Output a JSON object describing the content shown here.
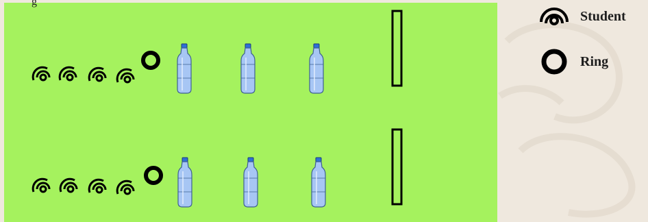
{
  "top_text": "g",
  "legend": {
    "student_icon": "student-concentric-arc-icon",
    "student_label": "Student",
    "ring_icon": "ring-circle-icon",
    "ring_label": "Ring"
  },
  "lanes": [
    {
      "students": 4,
      "bottles": 3,
      "target": "upright-rectangle"
    },
    {
      "students": 4,
      "bottles": 3,
      "target": "upright-rectangle"
    }
  ],
  "colors": {
    "field": "#a5f25e",
    "background": "#efe8de",
    "bottle": "#a7c6f4",
    "cap": "#2f6fd6",
    "ink": "#000000"
  }
}
